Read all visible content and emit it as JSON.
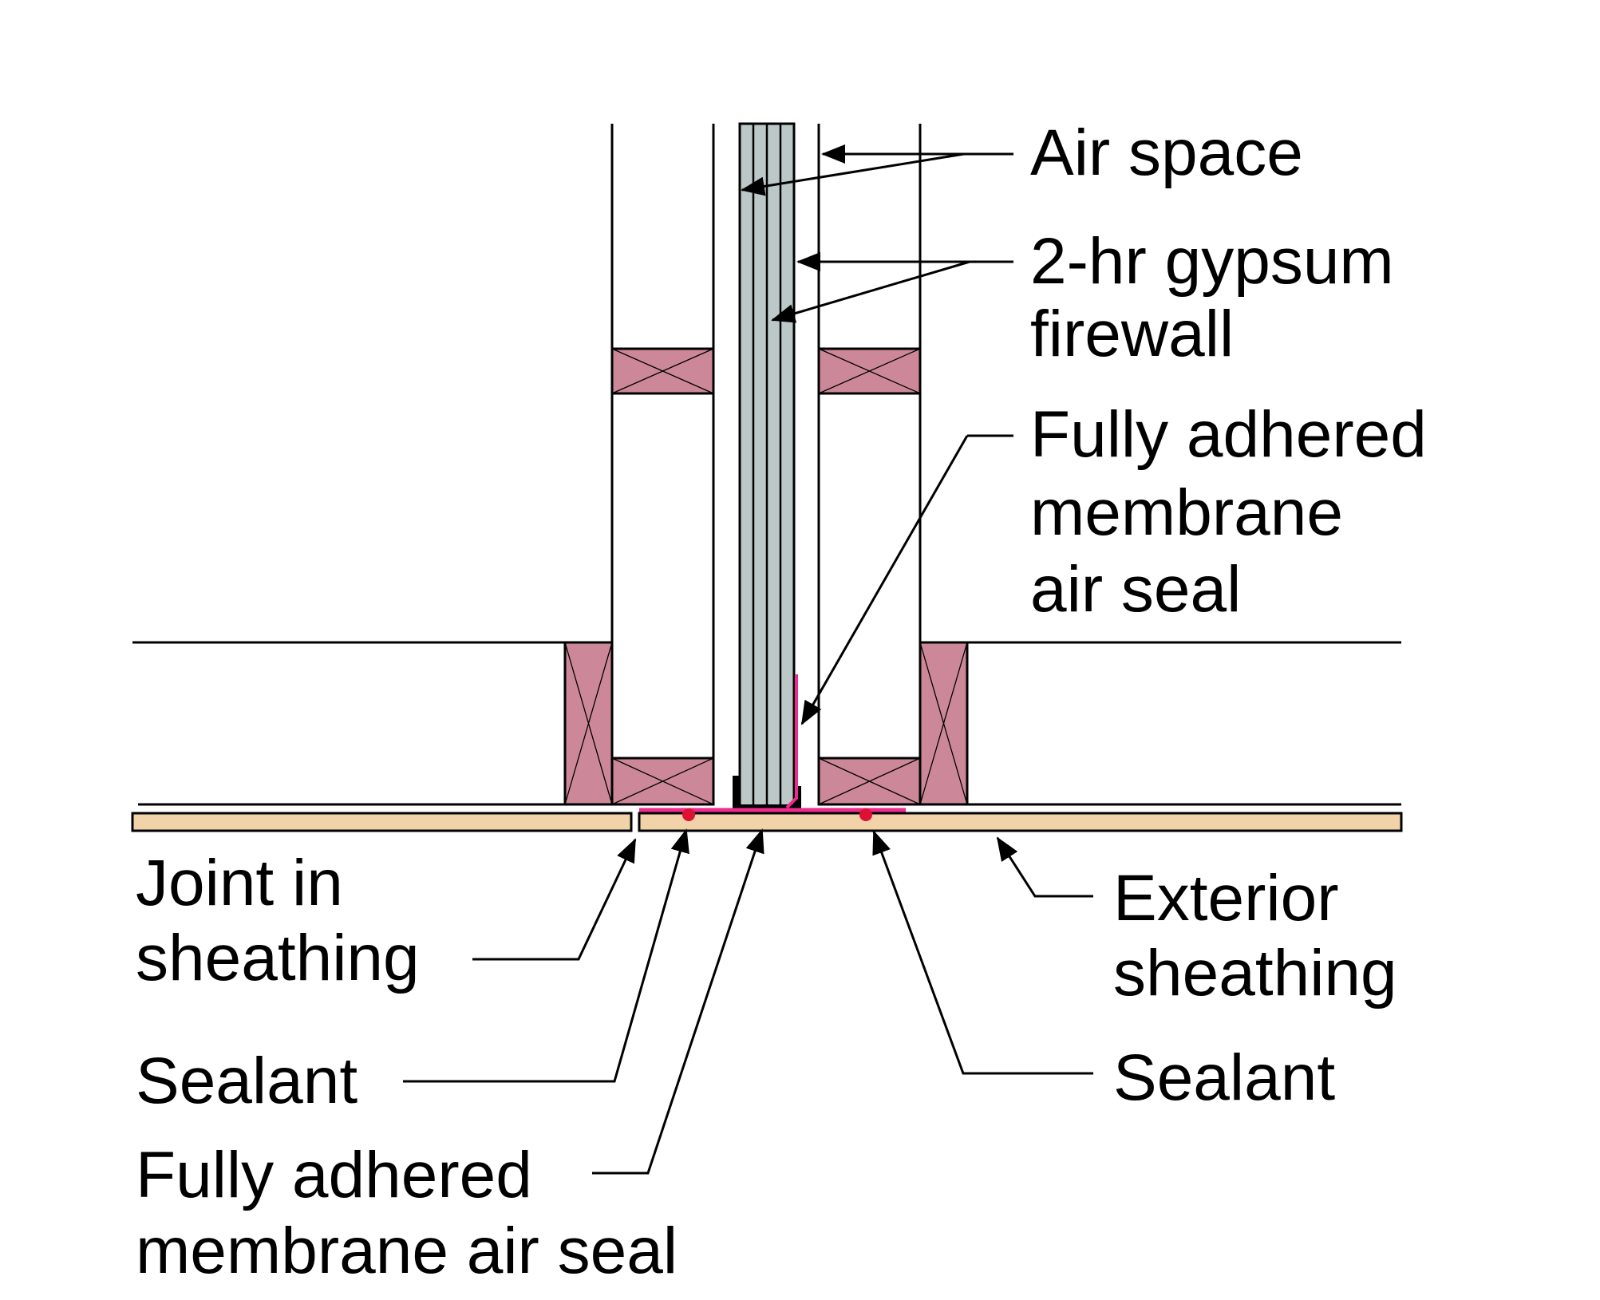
{
  "colors": {
    "framing": "#cc8898",
    "gypsum": "#bcc8c8",
    "sheathing": "#f2d2a8",
    "membrane": "#ee2a8c",
    "sealant": "#dd1133",
    "line": "#000000"
  },
  "labels": {
    "air_space": "Air space",
    "gypsum_firewall_line1": "2-hr gypsum",
    "gypsum_firewall_line2": "firewall",
    "membrane_top_line1": "Fully adhered",
    "membrane_top_line2": "membrane",
    "membrane_top_line3": "air seal",
    "joint_line1": "Joint in",
    "joint_line2": "sheathing",
    "sealant_left": "Sealant",
    "membrane_bottom_line1": "Fully adhered",
    "membrane_bottom_line2": "membrane air seal",
    "exterior_line1": "Exterior",
    "exterior_line2": "sheathing",
    "sealant_right": "Sealant"
  }
}
